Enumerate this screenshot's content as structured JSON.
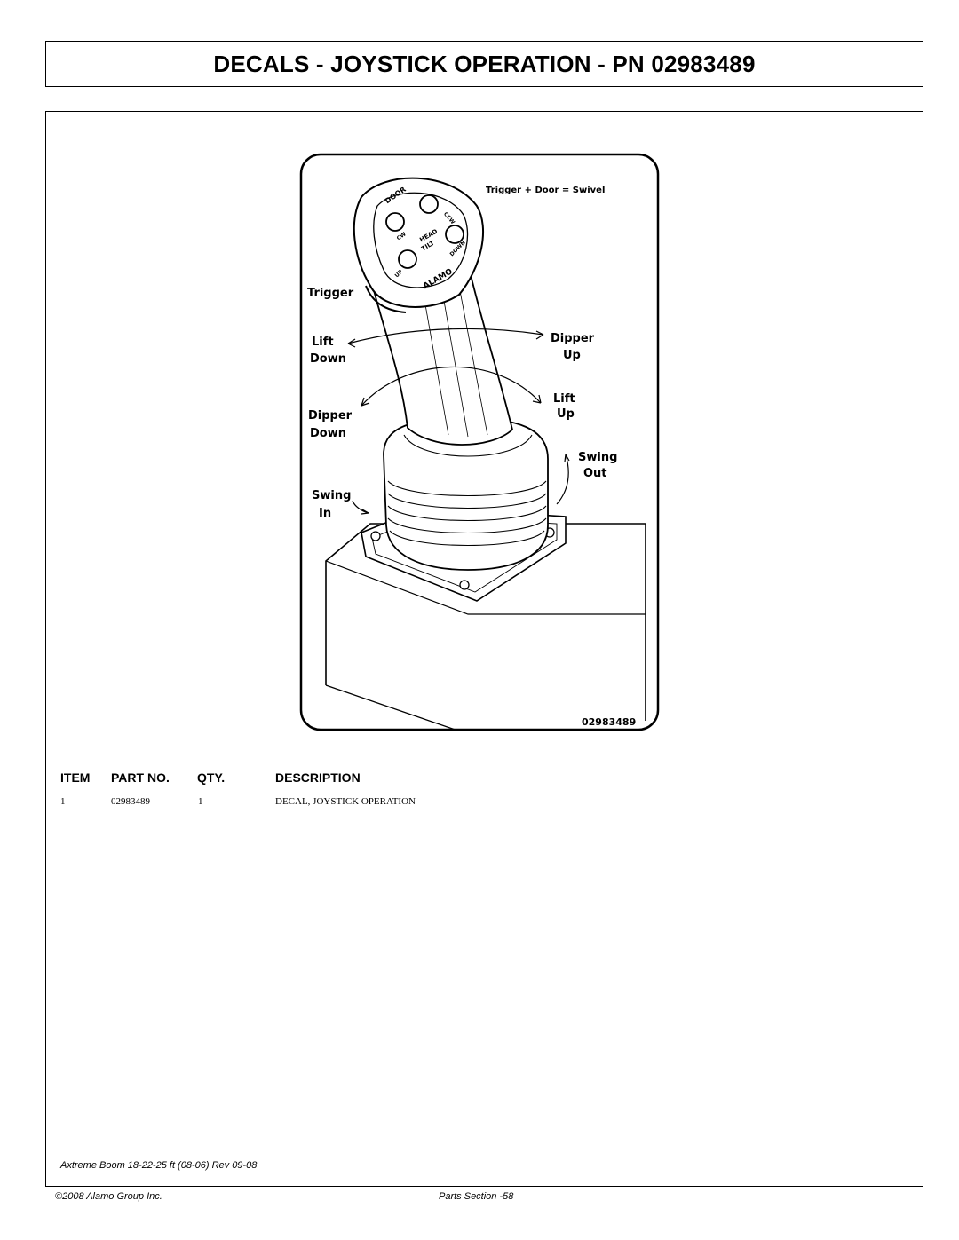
{
  "page_title": "DECALS - JOYSTICK OPERATION - PN 02983489",
  "decal": {
    "header_text": "Trigger + Door = Swivel",
    "button_labels": [
      "DOOR",
      "CCW",
      "CW",
      "HEAD",
      "TILT",
      "DOWN",
      "UP"
    ],
    "grip_brand": "ALAMO",
    "labels": {
      "trigger": "Trigger",
      "lift_down_1": "Lift",
      "lift_down_2": "Down",
      "dipper_up_1": "Dipper",
      "dipper_up_2": "Up",
      "lift_up_1": "Lift",
      "lift_up_2": "Up",
      "dipper_down_1": "Dipper",
      "dipper_down_2": "Down",
      "swing_out_1": "Swing",
      "swing_out_2": "Out",
      "swing_in_1": "Swing",
      "swing_in_2": "In"
    },
    "part_number": "02983489"
  },
  "parts_table": {
    "headers": {
      "item": "ITEM",
      "part_no": "PART NO.",
      "qty": "QTY.",
      "description": "DESCRIPTION"
    },
    "rows": [
      {
        "item": "1",
        "part_no": "02983489",
        "qty": "1",
        "description": "DECAL, JOYSTICK OPERATION"
      }
    ]
  },
  "footer": {
    "model": "Axtreme Boom 18-22-25 ft (08-06) Rev 09-08",
    "copyright": "©2008 Alamo Group Inc.",
    "page": "Parts Section -58"
  }
}
